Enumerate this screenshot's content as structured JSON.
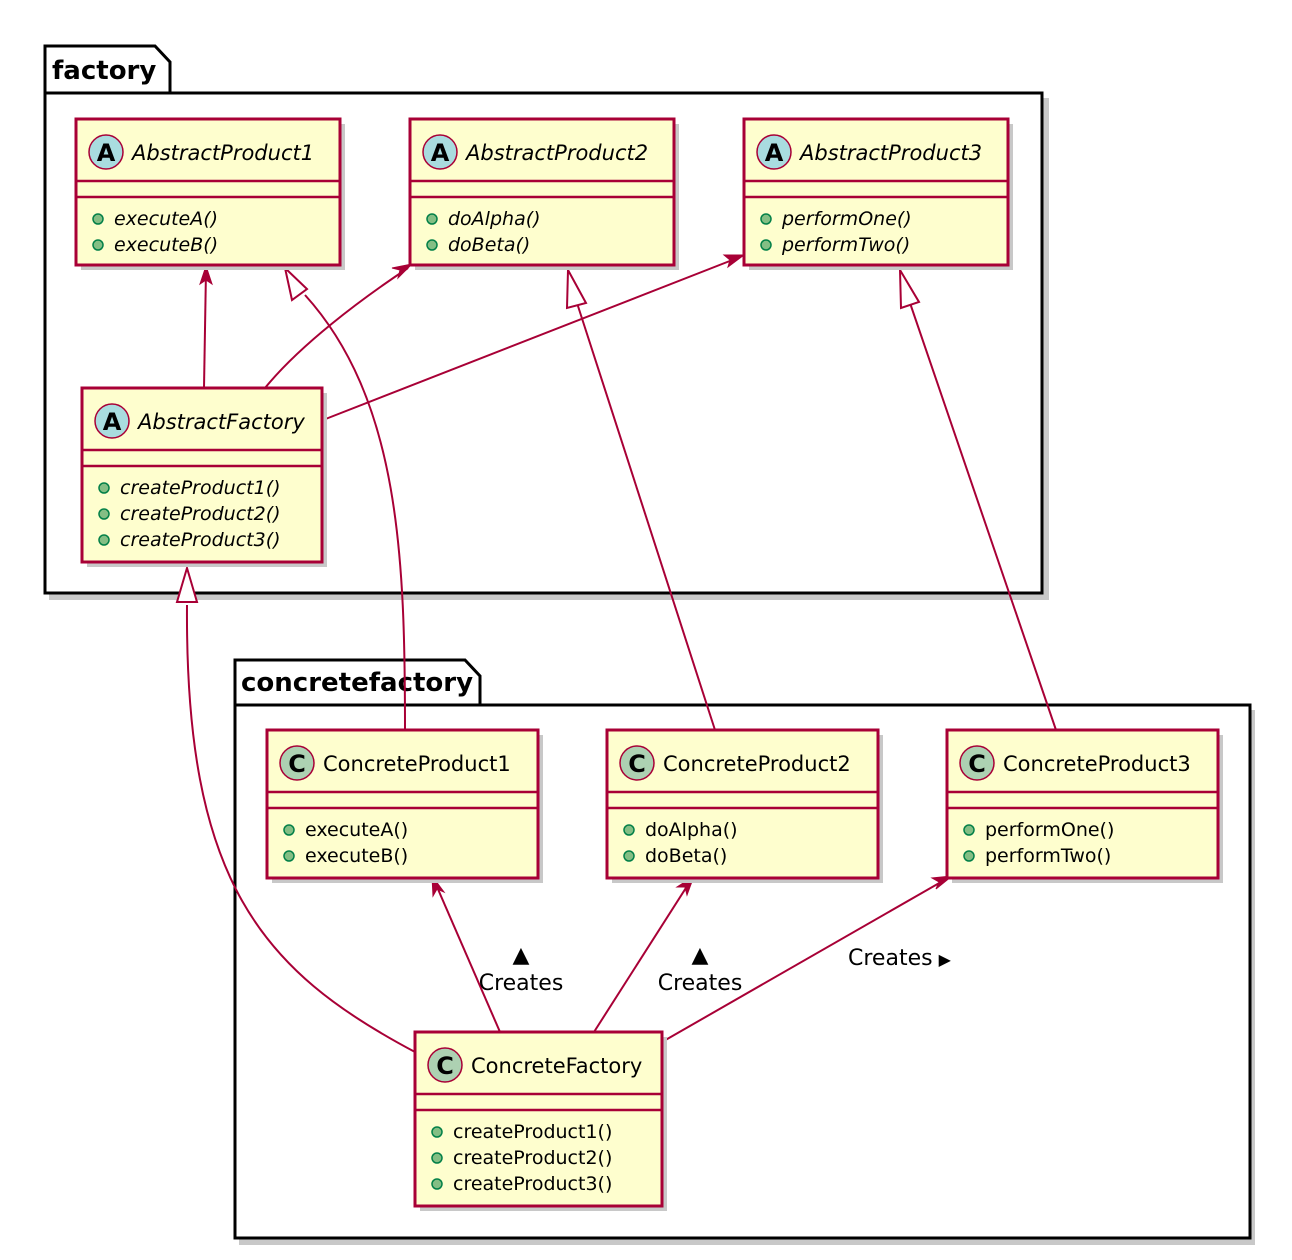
{
  "colors": {
    "class_fill": "#FEFECE",
    "class_border": "#A80036",
    "abstract_badge": "#A9DCDF",
    "class_badge": "#ADD1B2",
    "visibility_dot": "#84BE84"
  },
  "packages": [
    {
      "id": "factory",
      "label": "factory"
    },
    {
      "id": "concretefactory",
      "label": "concretefactory"
    }
  ],
  "classes": [
    {
      "id": "AbstractProduct1",
      "kind": "abstract",
      "badge": "A",
      "name": "AbstractProduct1",
      "methods": [
        "executeA()",
        "executeB()"
      ]
    },
    {
      "id": "AbstractProduct2",
      "kind": "abstract",
      "badge": "A",
      "name": "AbstractProduct2",
      "methods": [
        "doAlpha()",
        "doBeta()"
      ]
    },
    {
      "id": "AbstractProduct3",
      "kind": "abstract",
      "badge": "A",
      "name": "AbstractProduct3",
      "methods": [
        "performOne()",
        "performTwo()"
      ]
    },
    {
      "id": "AbstractFactory",
      "kind": "abstract",
      "badge": "A",
      "name": "AbstractFactory",
      "methods": [
        "createProduct1()",
        "createProduct2()",
        "createProduct3()"
      ]
    },
    {
      "id": "ConcreteProduct1",
      "kind": "class",
      "badge": "C",
      "name": "ConcreteProduct1",
      "methods": [
        "executeA()",
        "executeB()"
      ]
    },
    {
      "id": "ConcreteProduct2",
      "kind": "class",
      "badge": "C",
      "name": "ConcreteProduct2",
      "methods": [
        "doAlpha()",
        "doBeta()"
      ]
    },
    {
      "id": "ConcreteProduct3",
      "kind": "class",
      "badge": "C",
      "name": "ConcreteProduct3",
      "methods": [
        "performOne()",
        "performTwo()"
      ]
    },
    {
      "id": "ConcreteFactory",
      "kind": "class",
      "badge": "C",
      "name": "ConcreteFactory",
      "methods": [
        "createProduct1()",
        "createProduct2()",
        "createProduct3()"
      ]
    }
  ],
  "relations": [
    {
      "id": "af-ap1",
      "from": "AbstractFactory",
      "to": "AbstractProduct1",
      "type": "association"
    },
    {
      "id": "af-ap2",
      "from": "AbstractFactory",
      "to": "AbstractProduct2",
      "type": "association"
    },
    {
      "id": "af-ap3",
      "from": "AbstractFactory",
      "to": "AbstractProduct3",
      "type": "association"
    },
    {
      "id": "cp1-ap1",
      "from": "ConcreteProduct1",
      "to": "AbstractProduct1",
      "type": "inheritance"
    },
    {
      "id": "cp2-ap2",
      "from": "ConcreteProduct2",
      "to": "AbstractProduct2",
      "type": "inheritance"
    },
    {
      "id": "cp3-ap3",
      "from": "ConcreteProduct3",
      "to": "AbstractProduct3",
      "type": "inheritance"
    },
    {
      "id": "cf-af",
      "from": "ConcreteFactory",
      "to": "AbstractFactory",
      "type": "inheritance"
    },
    {
      "id": "cf-cp1",
      "from": "ConcreteFactory",
      "to": "ConcreteProduct1",
      "type": "association",
      "label": "Creates",
      "direction_marker": "▲"
    },
    {
      "id": "cf-cp2",
      "from": "ConcreteFactory",
      "to": "ConcreteProduct2",
      "type": "association",
      "label": "Creates",
      "direction_marker": "▲"
    },
    {
      "id": "cf-cp3",
      "from": "ConcreteFactory",
      "to": "ConcreteProduct3",
      "type": "association",
      "label": "Creates",
      "direction_marker": "▶"
    }
  ]
}
